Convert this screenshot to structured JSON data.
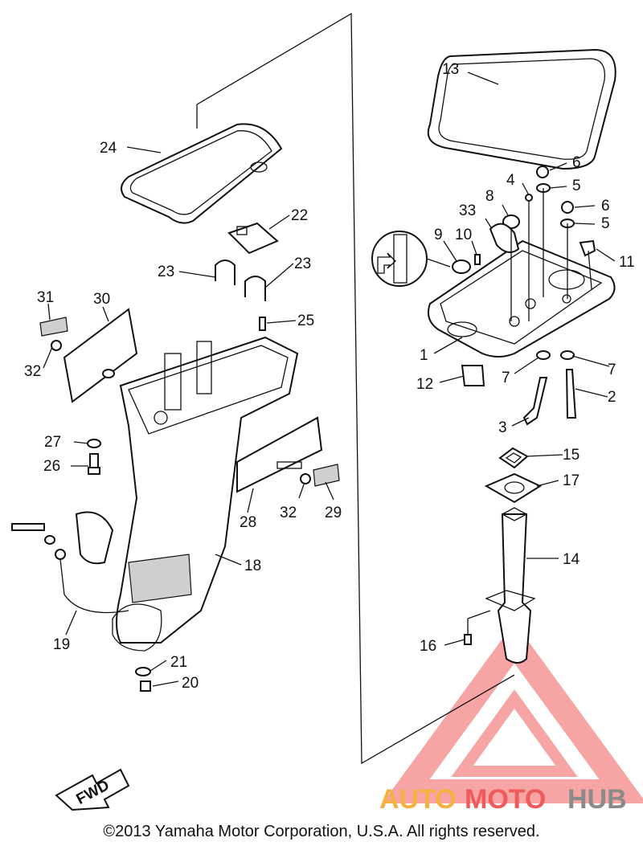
{
  "diagram": {
    "callouts": {
      "c1": "1",
      "c2": "2",
      "c3": "3",
      "c4": "4",
      "c5a": "5",
      "c5b": "5",
      "c6a": "6",
      "c6b": "6",
      "c7a": "7",
      "c7b": "7",
      "c8": "8",
      "c9": "9",
      "c10": "10",
      "c11": "11",
      "c12": "12",
      "c13": "13",
      "c14": "14",
      "c15": "15",
      "c16": "16",
      "c17": "17",
      "c18": "18",
      "c19": "19",
      "c20": "20",
      "c21": "21",
      "c22": "22",
      "c23a": "23",
      "c23b": "23",
      "c24": "24",
      "c25": "25",
      "c26": "26",
      "c27": "27",
      "c28": "28",
      "c29": "29",
      "c30": "30",
      "c31": "31",
      "c32a": "32",
      "c32b": "32",
      "c33": "33"
    },
    "fwd_label": "FWD"
  },
  "watermark": {
    "part1": "AUTO",
    "part2": "MOTO",
    "part3": "HUB",
    "color_orange": "#f5b042",
    "color_red": "#ef5a5a",
    "color_gray": "#8a8a8a"
  },
  "copyright": "©2013 Yamaha Motor Corporation, U.S.A. All rights reserved."
}
